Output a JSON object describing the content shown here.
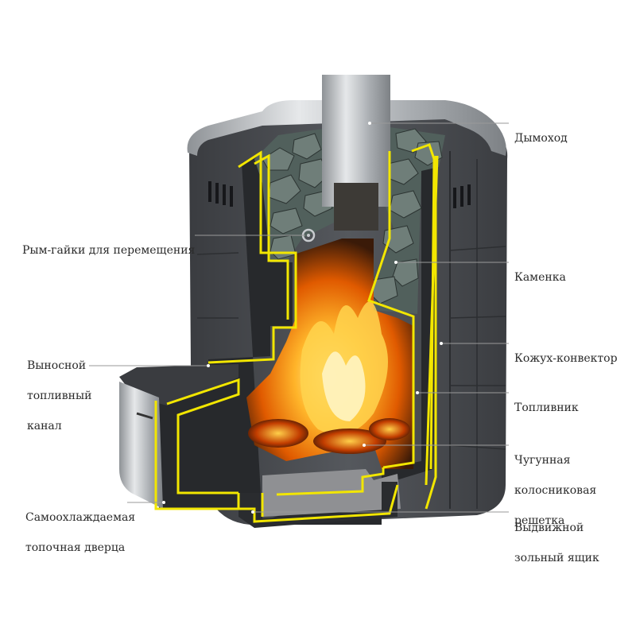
{
  "labels": {
    "chimney": "Дымоход",
    "eye_bolts": "Рым-гайки для перемещения",
    "stone_chamber": "Каменка",
    "casing": "Кожух-конвектор",
    "firebox": "Топливник",
    "fuel_channel": [
      "Выносной",
      "топливный",
      "канал"
    ],
    "grate": [
      "Чугунная",
      "колосниковая",
      "решетка"
    ],
    "door": [
      "Самоохлаждаемая",
      "топочная дверца"
    ],
    "ash_drawer": [
      "Выдвижной",
      "зольный ящик"
    ]
  },
  "colors": {
    "outline": "#f2e600",
    "body": "#4a4c50",
    "body_dark": "#2e3033",
    "steel": "#b9bcc0",
    "stone": "#5d6a66",
    "fire": "#ff8a00",
    "fire_core": "#ffe27a",
    "leader": "#9a9a9a"
  }
}
